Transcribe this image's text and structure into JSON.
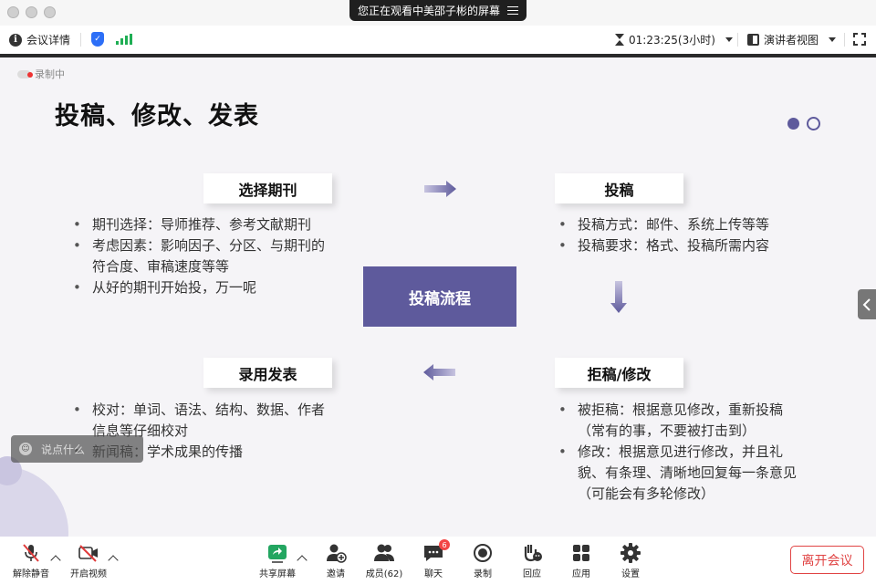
{
  "sharing_banner": {
    "text": "您正在观看中美邵子彬的屏幕"
  },
  "topbar": {
    "meeting_info_label": "会议详情",
    "timer": "01:23:25(3小时)",
    "view_mode": "演讲者视图"
  },
  "slide": {
    "recording_label": "录制中",
    "title": "投稿、修改、发表",
    "center_label": "投稿流程",
    "steps": [
      {
        "label": "选择期刊",
        "bullets": [
          "期刊选择：导师推荐、参考文献期刊",
          "考虑因素：影响因子、分区、与期刊的符合度、审稿速度等等",
          "从好的期刊开始投，万一呢"
        ]
      },
      {
        "label": "投稿",
        "bullets": [
          "投稿方式：邮件、系统上传等等",
          "投稿要求：格式、投稿所需内容"
        ]
      },
      {
        "label": "拒稿/修改",
        "bullets": [
          "被拒稿：根据意见修改，重新投稿（常有的事，不要被打击到）",
          "修改：根据意见进行修改，并且礼貌、有条理、清晰地回复每一条意见（可能会有多轮修改）"
        ]
      },
      {
        "label": "录用发表",
        "bullets": [
          "校对：单词、语法、结构、数据、作者信息等仔细校对",
          "新闻稿：学术成果的传播"
        ]
      }
    ],
    "accent_color": "#5e5a9c"
  },
  "chat_input": {
    "placeholder": "说点什么"
  },
  "bottombar": {
    "unmute": "解除静音",
    "start_video": "开启视频",
    "share_screen": "共享屏幕",
    "invite": "邀请",
    "members": "成员(62)",
    "chat": "聊天",
    "chat_badge": "6",
    "record": "录制",
    "reactions": "回应",
    "apps": "应用",
    "settings": "设置",
    "leave": "离开会议"
  }
}
